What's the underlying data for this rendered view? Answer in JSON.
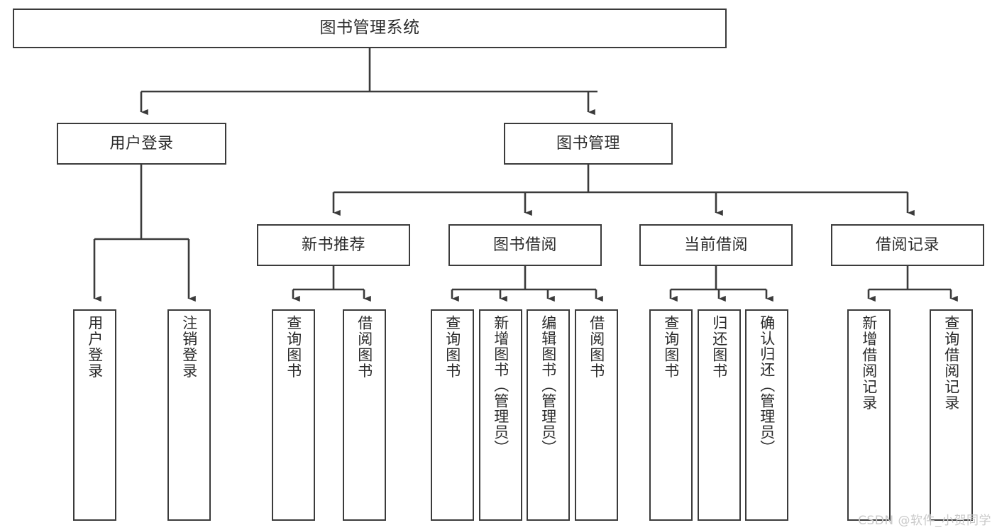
{
  "diagram": {
    "title": "图书管理系统",
    "type": "tree-hierarchy-diagram",
    "watermark": "CSDN @软件_小贺同学",
    "colors": {
      "background": "#ffffff",
      "box_border": "#3b3b3b",
      "connector_line": "#3b3b3b",
      "text": "#2b2b2b",
      "watermark": "#c9c9c9"
    },
    "levels": {
      "root": "图书管理系统",
      "level1": [
        "用户登录",
        "图书管理"
      ],
      "level2": [
        "新书推荐",
        "图书借阅",
        "当前借阅",
        "借阅记录"
      ]
    },
    "nodes": {
      "root": {
        "label": "图书管理系统"
      },
      "user_login": {
        "label": "用户登录"
      },
      "book_manage": {
        "label": "图书管理"
      },
      "new_book_rec": {
        "label": "新书推荐"
      },
      "book_borrow": {
        "label": "图书借阅"
      },
      "current_borrow": {
        "label": "当前借阅"
      },
      "borrow_record": {
        "label": "借阅记录"
      },
      "leaf_user_login": {
        "label": "用户登录"
      },
      "leaf_user_logout": {
        "label": "注销登录"
      },
      "leaf_query_book_1": {
        "label": "查询图书"
      },
      "leaf_borrow_book_1": {
        "label": "借阅图书"
      },
      "leaf_query_book_2": {
        "label": "查询图书"
      },
      "leaf_add_book": {
        "label": "新增图书（管理员）"
      },
      "leaf_edit_book": {
        "label": "编辑图书（管理员）"
      },
      "leaf_borrow_book_2": {
        "label": "借阅图书"
      },
      "leaf_query_book_3": {
        "label": "查询图书"
      },
      "leaf_return_book": {
        "label": "归还图书"
      },
      "leaf_confirm_return": {
        "label": "确认归还（管理员）"
      },
      "leaf_add_record": {
        "label": "新增借阅记录"
      },
      "leaf_query_record": {
        "label": "查询借阅记录"
      }
    }
  }
}
